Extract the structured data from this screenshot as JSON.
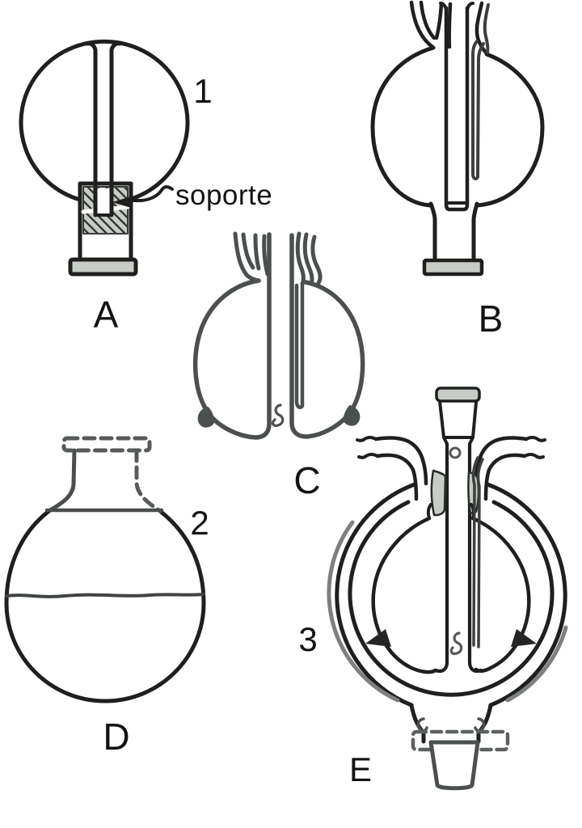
{
  "labels": {
    "flask_a_number": "1",
    "flask_a_annotation": "soporte",
    "flask_a_letter": "A",
    "flask_b_letter": "B",
    "flask_c_letter": "C",
    "flask_d_number": "2",
    "flask_d_letter": "D",
    "flask_e_number": "3",
    "flask_e_letter": "E"
  },
  "colors": {
    "ink": "#1f201e",
    "gray-ink": "#4b504e",
    "mid-ink": "#3c403d",
    "light-fill": "#c7ccc6",
    "label-text": "#131312",
    "background": "#ffffff"
  }
}
